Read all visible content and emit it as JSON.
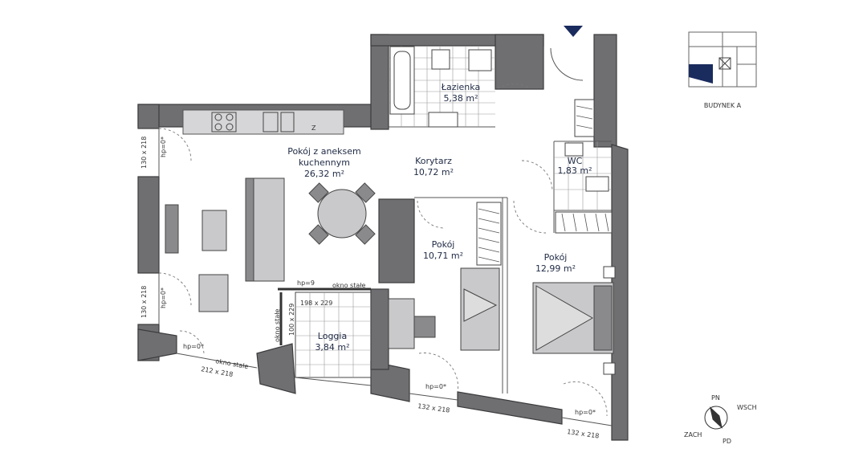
{
  "rooms": {
    "living": {
      "name_line1": "Pokój z aneksem",
      "name_line2": "kuchennym",
      "area": "26,32 m²"
    },
    "bathroom": {
      "name": "Łazienka",
      "area": "5,38 m²"
    },
    "corridor": {
      "name": "Korytarz",
      "area": "10,72 m²"
    },
    "wc": {
      "name": "WC",
      "area": "1,83 m²"
    },
    "room_small": {
      "name": "Pokój",
      "area": "10,71 m²"
    },
    "room_large": {
      "name": "Pokój",
      "area": "12,99 m²"
    },
    "loggia": {
      "name": "Loggia",
      "area": "3,84 m²"
    }
  },
  "windows": {
    "left_top": {
      "size": "130 x 218",
      "hp": "hp=0*"
    },
    "left_bottom": {
      "size": "130 x 218",
      "hp": "hp=0*"
    },
    "bottom_left": {
      "size": "212 x 218",
      "label": "okno stałe",
      "hp": "hp=0*"
    },
    "bottom_mid": {
      "size": "132 x 218",
      "hp": "hp=0*"
    },
    "bottom_right": {
      "size": "132 x 218",
      "hp": "hp=0*"
    },
    "loggia_top": {
      "size": "198 x 229",
      "label": "okno stałe",
      "hp": "hp=9"
    },
    "loggia_left": {
      "size": "100 x 229",
      "label": "okno stałe"
    }
  },
  "keyplan": {
    "building_label": "BUDYNEK A"
  },
  "compass": {
    "north": "PN",
    "east": "WSCH",
    "south": "PD",
    "west": "ZACH"
  },
  "colors": {
    "wall": "#6f6f72",
    "accent": "#1a2b5e",
    "furniture": "#8a8a8d"
  }
}
